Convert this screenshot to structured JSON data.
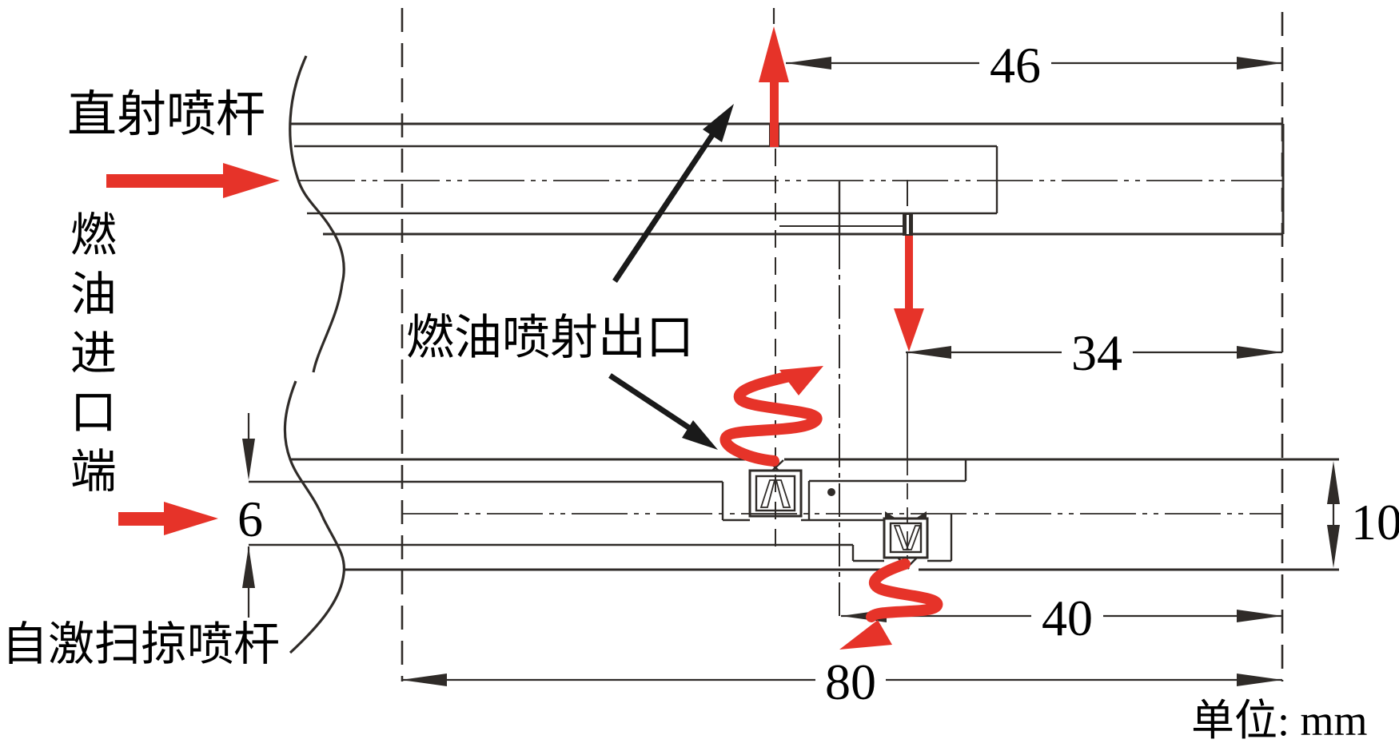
{
  "labels": {
    "direct_spray_bar": "直射喷杆",
    "fuel_inlet_end": "燃油进口端",
    "fuel_injection_outlet": "燃油喷射出口",
    "self_excited_sweeping_spray_bar": "自激扫掠喷杆",
    "unit_note": "单位: mm"
  },
  "dimensions_mm": {
    "top_orifice_to_end": "46",
    "bottom_orifice_to_end": "34",
    "mid_axis_to_end": "40",
    "section_length": "80",
    "inner_tube_height": "6",
    "bar_height": "10"
  },
  "colors": {
    "line": "#2f2b28",
    "accent_red": "#e63329",
    "text": "#000000",
    "background": "#ffffff"
  }
}
